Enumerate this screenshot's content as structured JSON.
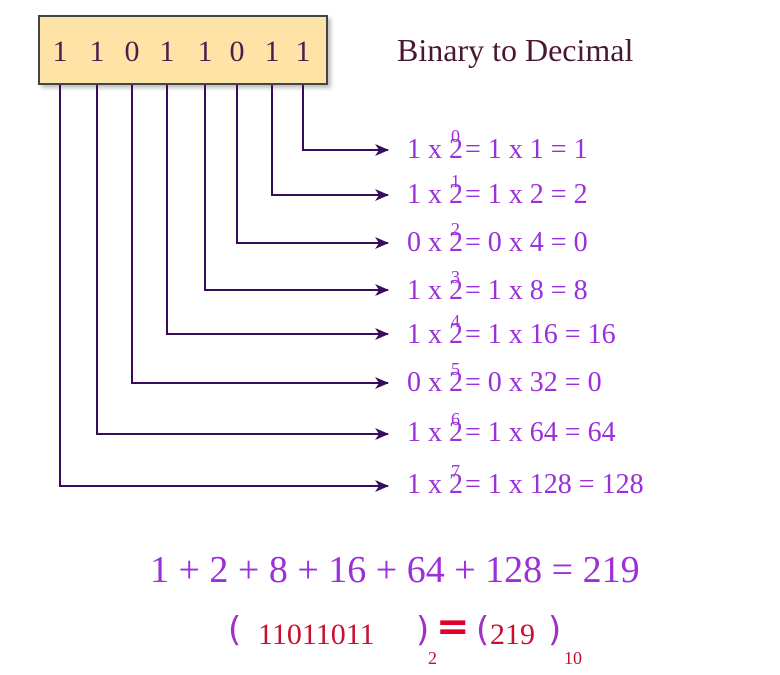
{
  "title": "Binary to Decimal",
  "bits": [
    "1",
    "1",
    "0",
    "1",
    "1",
    "0",
    "1",
    "1"
  ],
  "expansions": [
    {
      "bit": "1",
      "exp": "0",
      "rest": "= 1 x 1 = 1"
    },
    {
      "bit": "1",
      "exp": "1",
      "rest": "= 1 x 2 = 2"
    },
    {
      "bit": "0",
      "exp": "2",
      "rest": "= 0 x 4 = 0"
    },
    {
      "bit": "1",
      "exp": "3",
      "rest": "= 1 x 8 = 8"
    },
    {
      "bit": "1",
      "exp": "4",
      "rest": "= 1 x 16 = 16"
    },
    {
      "bit": "0",
      "exp": "5",
      "rest": "= 0 x 32 = 0"
    },
    {
      "bit": "1",
      "exp": "6",
      "rest": "= 1 x 64 = 64"
    },
    {
      "bit": "1",
      "exp": "7",
      "rest": "= 1 x 128 = 128"
    }
  ],
  "sum_line": "1 + 2 + 8 + 16 + 64 + 128 = 219",
  "result": {
    "binary": "11011011",
    "binary_base": "2",
    "decimal": "219",
    "decimal_base": "10",
    "open_paren": "(",
    "close_paren": ")",
    "equals": "="
  },
  "colors": {
    "box_fill": "#fde4a6",
    "line": "#3a0b5c",
    "equation": "#9b30d9",
    "result_red": "#c8102e"
  }
}
